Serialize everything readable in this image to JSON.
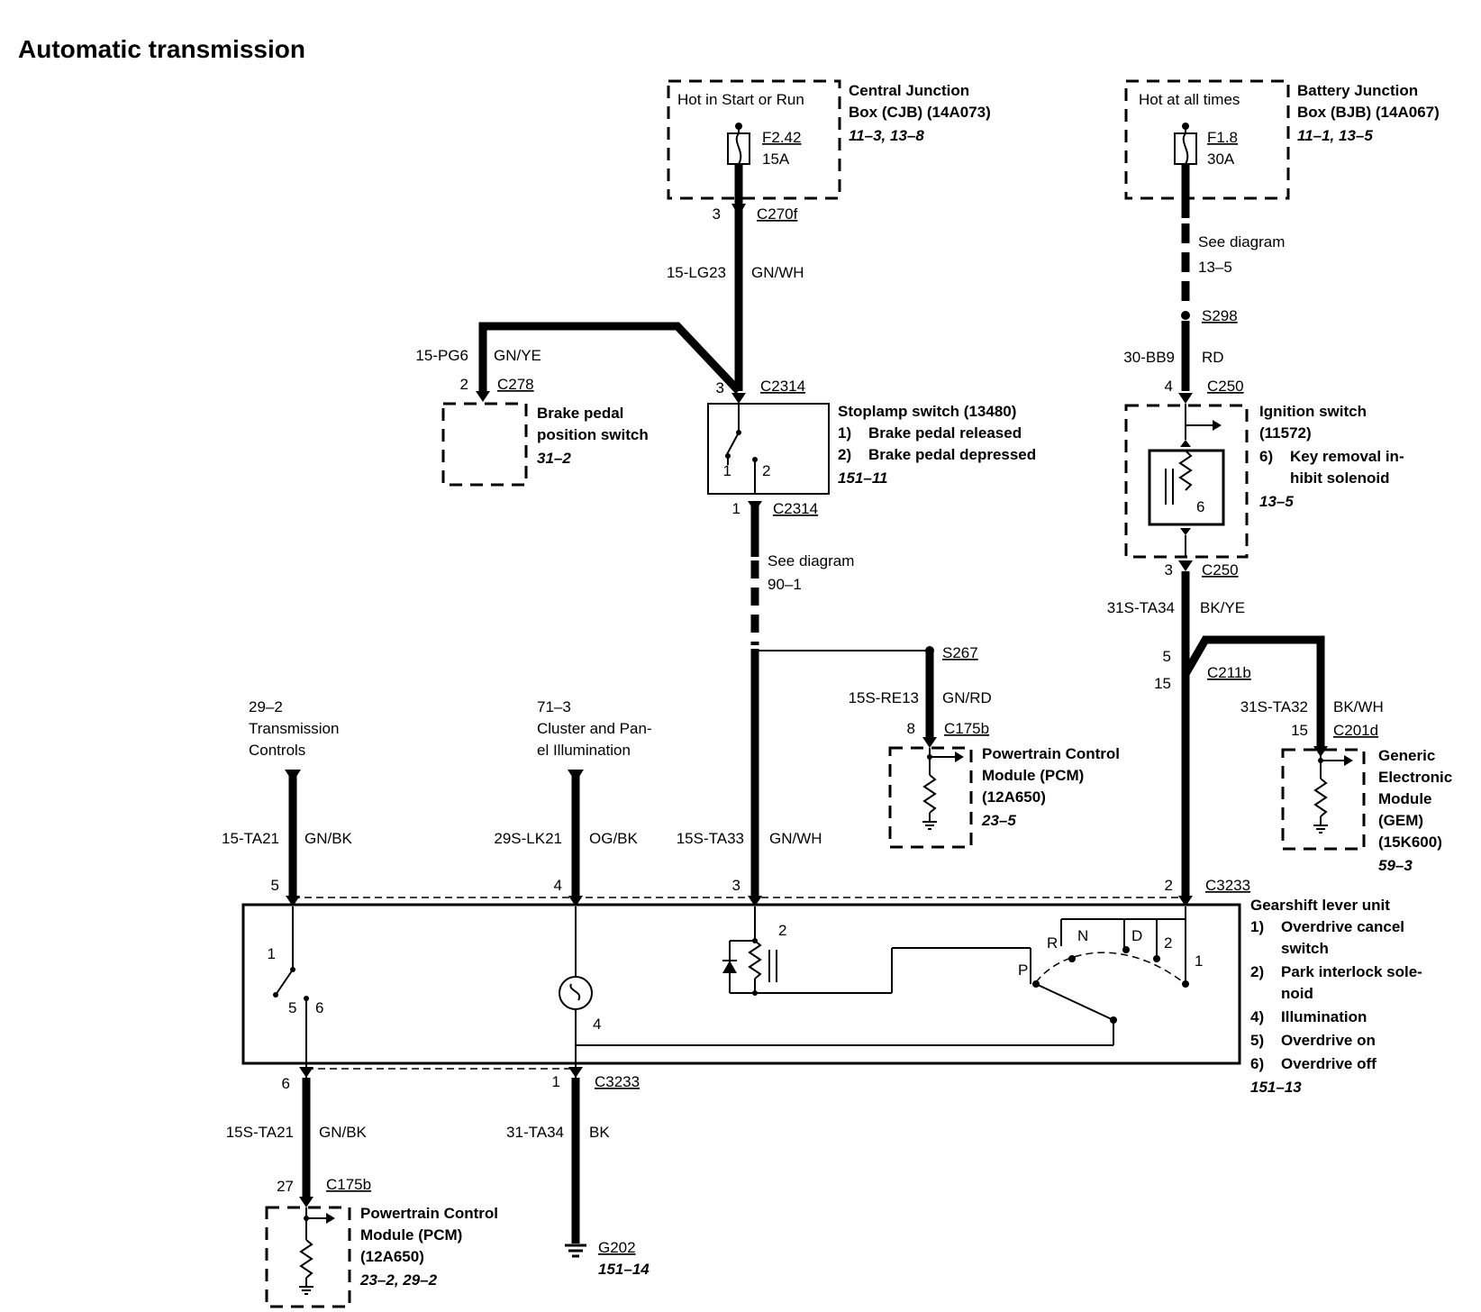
{
  "title": "Automatic transmission",
  "cjb": {
    "label": "Hot in Start or Run",
    "fuse": "F2.42",
    "amps": "15A",
    "name1": "Central Junction",
    "name2": "Box (CJB) (14A073)",
    "ref": "11–3, 13–8"
  },
  "bjb": {
    "label": "Hot at all times",
    "fuse": "F1.8",
    "amps": "30A",
    "name1": "Battery Junction",
    "name2": "Box (BJB) (14A067)",
    "ref": "11–1, 13–5"
  },
  "wires": {
    "c270f_pin": "3",
    "c270f": "C270f",
    "w1_id": "15-LG23",
    "w1_color": "GN/WH",
    "w2_id": "15-PG6",
    "w2_color": "GN/YE",
    "c278_pin": "2",
    "c278": "C278",
    "c2314_pin_top": "3",
    "c2314_top": "C2314",
    "c2314_pin_bot": "1",
    "c2314_bot": "C2314",
    "see_diag_1": "See diagram",
    "see_ref_1": "90–1",
    "see_diag_2": "See diagram",
    "see_ref_2": "13–5",
    "s298": "S298",
    "w3_id": "30-BB9",
    "w3_color": "RD",
    "c250_pin_top": "4",
    "c250_top": "C250",
    "c250_pin_bot": "3",
    "c250_bot": "C250",
    "w4_id": "31S-TA34",
    "w4_color": "BK/YE",
    "c211b_pin_a": "5",
    "c211b_pin_b": "15",
    "c211b": "C211b",
    "w5_id": "31S-TA32",
    "w5_color": "BK/WH",
    "c201d_pin": "15",
    "c201d": "C201d",
    "s267": "S267",
    "w6_id": "15S-RE13",
    "w6_color": "GN/RD",
    "c175b_pin_top": "8",
    "c175b_top": "C175b",
    "w7_id": "15-TA21",
    "w7_color": "GN/BK",
    "w8_id": "29S-LK21",
    "w8_color": "OG/BK",
    "w9_id": "15S-TA33",
    "w9_color": "GN/WH",
    "c3233_top": "C3233",
    "pin5": "5",
    "pin4": "4",
    "pin3": "3",
    "pin2": "2",
    "pin6_bot": "6",
    "pin1_bot": "1",
    "c3233_bot": "C3233",
    "w10_id": "15S-TA21",
    "w10_color": "GN/BK",
    "w11_id": "31-TA34",
    "w11_color": "BK",
    "c175b_pin_bot": "27",
    "c175b_bot": "C175b",
    "g202": "G202",
    "g202_ref": "151–14"
  },
  "refs": {
    "trans_ref": "29–2",
    "trans_l1": "Transmission",
    "trans_l2": "Controls",
    "illum_ref": "71–3",
    "illum_l1": "Cluster and Pan-",
    "illum_l2": "el Illumination"
  },
  "bpp": {
    "l1": "Brake pedal",
    "l2": "position switch",
    "ref": "31–2"
  },
  "stoplamp": {
    "l1": "Stoplamp switch (13480)",
    "i1n": "1)",
    "i1": "Brake pedal released",
    "i2n": "2)",
    "i2": "Brake pedal depressed",
    "ref": "151–11",
    "pin1": "1",
    "pin2": "2"
  },
  "ign": {
    "l1": "Ignition switch",
    "l2": "(11572)",
    "i6n": "6)",
    "i6a": "Key removal in-",
    "i6b": "hibit solenoid",
    "ref": "13–5",
    "pin": "6"
  },
  "pcm_top": {
    "l1": "Powertrain Control",
    "l2": "Module (PCM)",
    "l3": "(12A650)",
    "ref": "23–5"
  },
  "gem": {
    "l1": "Generic",
    "l2": "Electronic",
    "l3": "Module",
    "l4": "(GEM)",
    "l5": "(15K600)",
    "ref": "59–3"
  },
  "pcm_bot": {
    "l1": "Powertrain Control",
    "l2": "Module (PCM)",
    "l3": "(12A650)",
    "ref": "23–2, 29–2"
  },
  "gsl": {
    "title": "Gearshift lever unit",
    "i1n": "1)",
    "i1a": "Overdrive cancel",
    "i1b": "switch",
    "i2n": "2)",
    "i2a": "Park interlock sole-",
    "i2b": "noid",
    "i4n": "4)",
    "i4": "Illumination",
    "i5n": "5)",
    "i5": "Overdrive on",
    "i6n": "6)",
    "i6": "Overdrive off",
    "ref": "151–13",
    "sw_pin1": "1",
    "sw_pin5": "5",
    "sw_pin6": "6",
    "sol_pin2": "2",
    "lamp_pin4": "4",
    "gear_P": "P",
    "gear_R": "R",
    "gear_N": "N",
    "gear_D": "D",
    "gear_2": "2",
    "gear_pin1": "1"
  }
}
